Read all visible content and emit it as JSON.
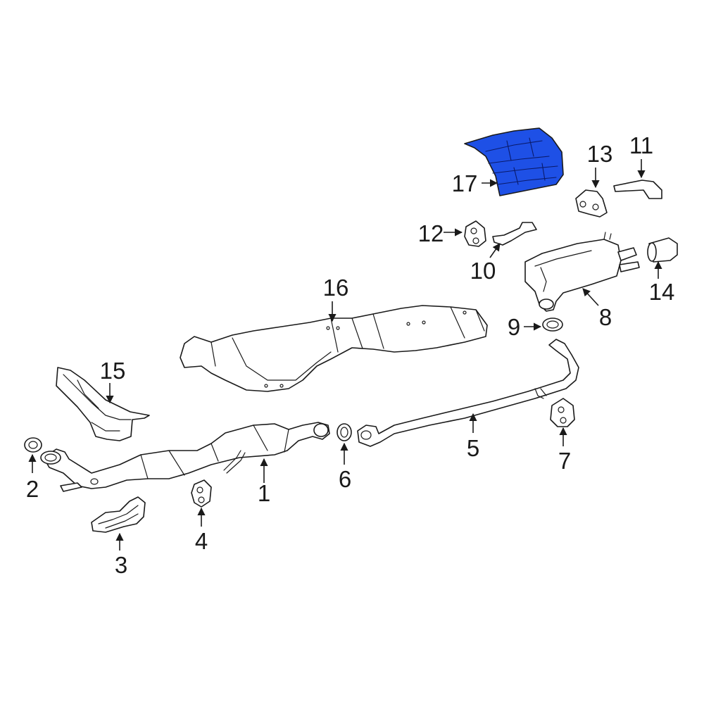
{
  "diagram": {
    "highlight_color": "#1e50e6",
    "callouts": [
      {
        "id": "1",
        "label": "1"
      },
      {
        "id": "2",
        "label": "2"
      },
      {
        "id": "3",
        "label": "3"
      },
      {
        "id": "4",
        "label": "4"
      },
      {
        "id": "5",
        "label": "5"
      },
      {
        "id": "6",
        "label": "6"
      },
      {
        "id": "7",
        "label": "7"
      },
      {
        "id": "8",
        "label": "8"
      },
      {
        "id": "9",
        "label": "9"
      },
      {
        "id": "10",
        "label": "10"
      },
      {
        "id": "11",
        "label": "11"
      },
      {
        "id": "12",
        "label": "12"
      },
      {
        "id": "13",
        "label": "13"
      },
      {
        "id": "14",
        "label": "14"
      },
      {
        "id": "15",
        "label": "15"
      },
      {
        "id": "16",
        "label": "16"
      },
      {
        "id": "17",
        "label": "17"
      }
    ],
    "highlighted_part": "17"
  }
}
